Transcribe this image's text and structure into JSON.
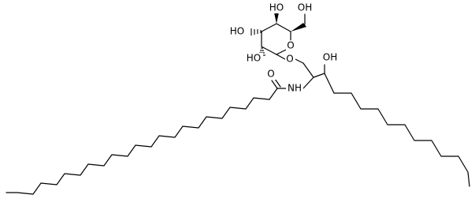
{
  "molecule": {
    "atom_labels": {
      "ho_c4": "HO",
      "ho_c3": "HO",
      "ho_c2": "HO",
      "oh_c6": "OH",
      "ring_o": "O",
      "glycosidic_o": "O",
      "amide_o": "O",
      "amide_nh": "NH",
      "oh_sphingoid": "OH"
    },
    "stereo_bonds": {
      "c4_oh": "wedge",
      "c5_ch2": "wedge",
      "c3_oh": "hash",
      "c2_oh": "hash"
    }
  }
}
